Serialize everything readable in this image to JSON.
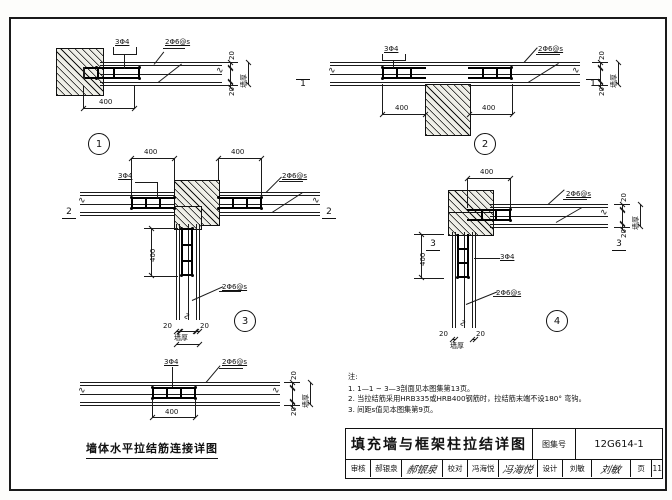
{
  "sheet": {
    "drawing_number_label": "图集号",
    "drawing_number": "12G614-1",
    "page_label": "页",
    "page_number": "11",
    "main_title": "填充墙与框架柱拉结详图",
    "left_caption": "墙体水平拉结筋连接详图"
  },
  "signatures": {
    "review_label": "审核",
    "review_name": "郝银泉",
    "review_sign": "郝银泉",
    "check_label": "校对",
    "check_name": "冯海悦",
    "check_sign": "冯海悦",
    "design_label": "设计",
    "design_name": "刘敏",
    "design_sign": "刘敏"
  },
  "notes": {
    "head": "注:",
    "items": [
      "1.  1—1 ~ 3—3剖面见本图集第13页。",
      "2.  当拉结筋采用HRB335或HRB400钢筋时，拉结筋末端不设180° 弯钩。",
      "3.  间距s值见本图集第9页。"
    ]
  },
  "labels": {
    "rebar_3f4": "3Φ4",
    "rebar_2f6s": "2Φ6@s",
    "dim_400": "400",
    "dim_20": "20",
    "wall_thickness": "墙厚"
  },
  "details": [
    {
      "id": "1",
      "number": "1",
      "name": "column-end-tie-detail"
    },
    {
      "id": "2",
      "number": "2",
      "name": "column-mid-tie-detail"
    },
    {
      "id": "3",
      "number": "3",
      "name": "tee-junction-tie-detail"
    },
    {
      "id": "4",
      "number": "4",
      "name": "corner-junction-tie-detail"
    }
  ],
  "section_marks": [
    {
      "id": "1-left",
      "label": "1"
    },
    {
      "id": "1-right",
      "label": "1"
    },
    {
      "id": "2-left",
      "label": "2"
    },
    {
      "id": "2-right",
      "label": "2"
    },
    {
      "id": "3-left",
      "label": "3"
    },
    {
      "id": "3-right",
      "label": "3"
    }
  ]
}
